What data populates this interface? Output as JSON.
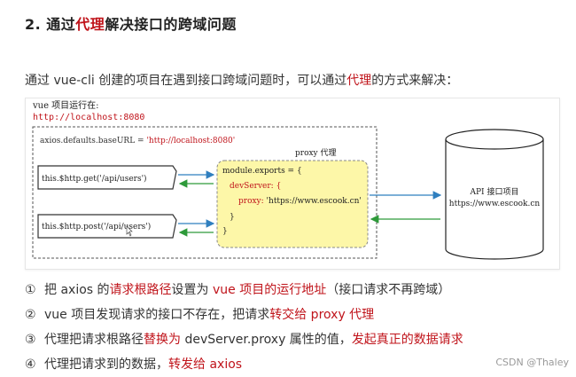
{
  "heading": {
    "prefix": "2. 通过",
    "highlight": "代理",
    "suffix": "解决接口的跨域问题"
  },
  "intro": {
    "prefix": "通过 vue-cli 创建的项目在遇到接口跨域问题时，可以通过",
    "highlight": "代理",
    "suffix": "的方式来解决："
  },
  "diagram": {
    "project_label": "vue 项目运行在:",
    "project_url": "http://localhost:8080",
    "baseurl_prefix": "axios.defaults.baseURL = ",
    "baseurl_value": "'http://localhost:8080'",
    "get_call": "this.$http.get('/api/users')",
    "post_call": "this.$http.post('/api/users')",
    "proxy_title": "proxy 代理",
    "code_line1": "module.exports = {",
    "code_line2": "devServer: {",
    "code_line3_key": "proxy: ",
    "code_line3_val": "'https://www.escook.cn'",
    "code_line4": "}",
    "code_line5": "}",
    "api_title": "API 接口项目",
    "api_url": "https://www.escook.cn"
  },
  "steps": [
    {
      "num": "①",
      "parts": [
        {
          "text": "把 axios 的",
          "red": false
        },
        {
          "text": "请求根路径",
          "red": true
        },
        {
          "text": "设置为 ",
          "red": false
        },
        {
          "text": "vue 项目的运行地址",
          "red": true
        },
        {
          "text": "（接口请求不再跨域）",
          "red": false
        }
      ]
    },
    {
      "num": "②",
      "parts": [
        {
          "text": "vue 项目发现请求的接口不存在，把请求",
          "red": false
        },
        {
          "text": "转交给 proxy 代理",
          "red": true
        }
      ]
    },
    {
      "num": "③",
      "parts": [
        {
          "text": "代理把请求根路径",
          "red": false
        },
        {
          "text": "替换为",
          "red": true
        },
        {
          "text": " devServer.proxy 属性的值，",
          "red": false
        },
        {
          "text": "发起真正的数据请求",
          "red": true
        }
      ]
    },
    {
      "num": "④",
      "parts": [
        {
          "text": "代理把请求到的数据，",
          "red": false
        },
        {
          "text": "转发给 axios",
          "red": true
        }
      ]
    }
  ],
  "watermark": "CSDN @Thaley",
  "colors": {
    "accent_red": "#c0141b",
    "proxy_fill": "#fdf7a8",
    "arrow_blue": "#2f7fbf",
    "arrow_green": "#2e9a3a"
  }
}
